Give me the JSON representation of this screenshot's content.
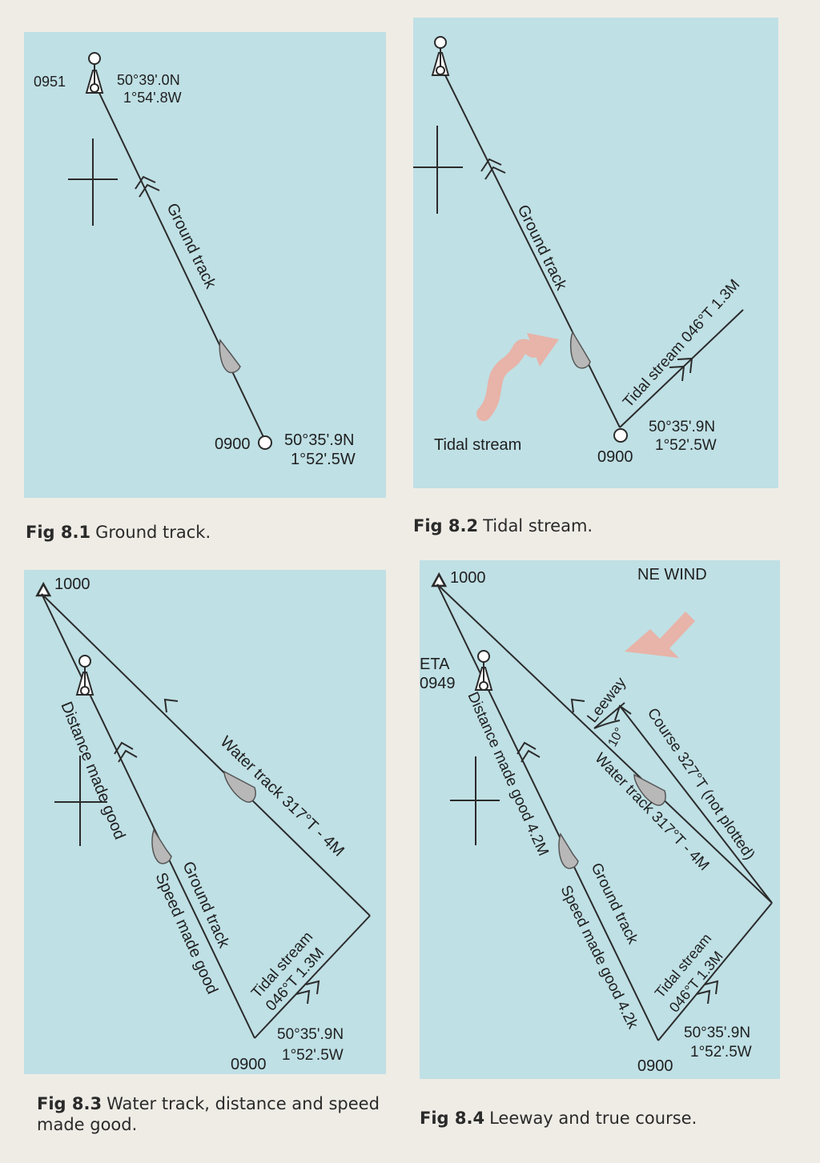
{
  "fig1": {
    "caption_num": "Fig 8.1",
    "caption_text": "Ground track.",
    "time_start": "0900",
    "time_end": "0951",
    "pos_start_lat": "50°35'.9N",
    "pos_start_lon": "1°52'.5W",
    "pos_end_lat": "50°39'.0N",
    "pos_end_lon": "1°54'.8W",
    "track_label": "Ground track"
  },
  "fig2": {
    "caption_num": "Fig 8.2",
    "caption_text": "Tidal stream.",
    "track_label": "Ground track",
    "stream_label": "Tidal stream 046°T 1.3M",
    "arrow_label": "Tidal stream",
    "pos_lat": "50°35'.9N",
    "pos_lon": "1°52'.5W",
    "time": "0900"
  },
  "fig3": {
    "caption_num": "Fig 8.3",
    "caption_text": "Water track, distance and speed made good.",
    "time_top": "1000",
    "water_label": "Water track 317°T - 4M",
    "dmg_label": "Distance made good",
    "ground_label": "Ground track",
    "smg_label": "Speed made good",
    "stream_label1": "Tidal stream",
    "stream_label2": "046°T 1.3M",
    "pos_lat": "50°35'.9N",
    "pos_lon": "1°52'.5W",
    "time": "0900"
  },
  "fig4": {
    "caption_num": "Fig 8.4",
    "caption_text": "Leeway and true course.",
    "time_top": "1000",
    "wind_label": "NE WIND",
    "eta_label": "ETA",
    "eta_time": "0949",
    "leeway_label": "Leeway",
    "leeway_angle": "10°",
    "course_label": "Course 327°T (not plotted)",
    "water_label": "Water track 317°T - 4M",
    "dmg_label": "Distance made good 4.2M",
    "ground_label": "Ground track",
    "smg_label": "Speed made good 4.2k",
    "stream_label1": "Tidal stream",
    "stream_label2": "046°T 1.3M",
    "pos_lat": "50°35'.9N",
    "pos_lon": "1°52'.5W",
    "time": "0900"
  },
  "colors": {
    "panel": "#bfe0e5",
    "page": "#efece6",
    "arrow_pink": "#e8b3a8",
    "boat": "#b8b8b8"
  }
}
